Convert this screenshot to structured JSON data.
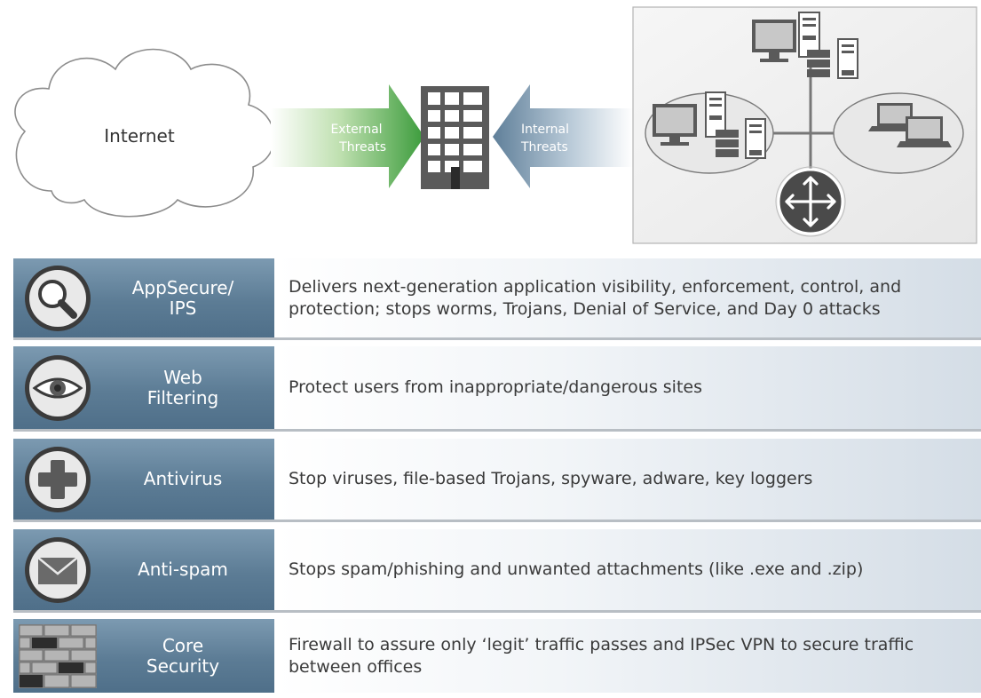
{
  "diagram": {
    "internet_label": "Internet",
    "external_arrow_label": "External\nThreats",
    "internal_arrow_label": "Internal\nThreats"
  },
  "features": [
    {
      "name": "AppSecure/\nIPS",
      "icon": "magnifier-icon",
      "description": "Delivers next-generation application visibility, enforcement, control, and\nprotection; stops worms, Trojans, Denial of Service, and Day 0 attacks"
    },
    {
      "name": "Web\nFiltering",
      "icon": "eye-icon",
      "description": "Protect users from inappropriate/dangerous sites"
    },
    {
      "name": "Antivirus",
      "icon": "plus-cross-icon",
      "description": "Stop viruses, file-based Trojans, spyware, adware, key loggers"
    },
    {
      "name": "Anti-spam",
      "icon": "envelope-icon",
      "description": "Stops spam/phishing and unwanted attachments (like .exe and .zip)"
    },
    {
      "name": "Core\nSecurity",
      "icon": "brick-wall-icon",
      "description": "Firewall to assure only ‘legit’ traffic passes and IPSec VPN to secure traffic\nbetween offices"
    }
  ]
}
